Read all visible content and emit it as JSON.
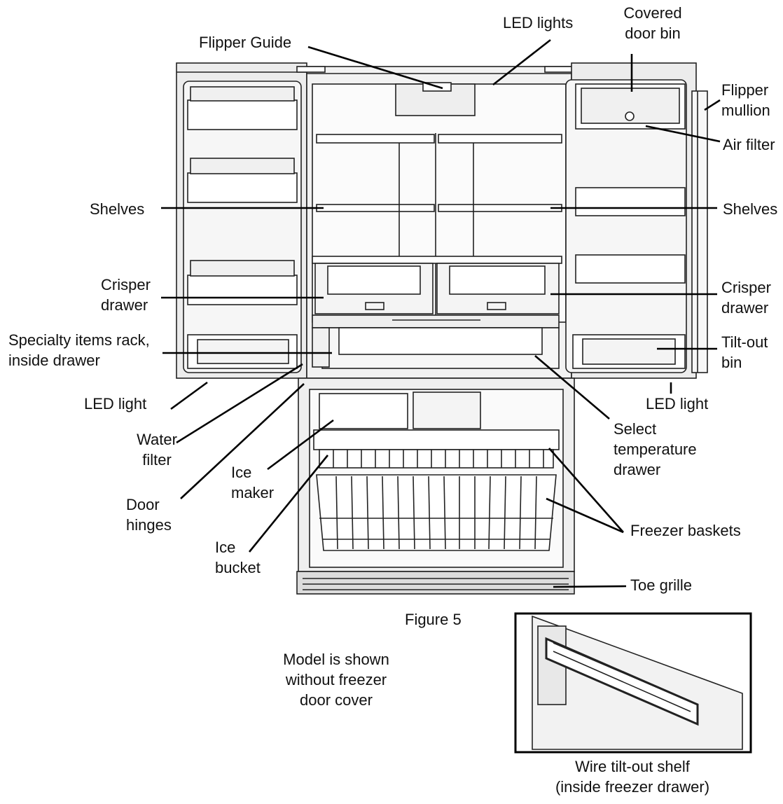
{
  "labels": {
    "flipper_guide": "Flipper Guide",
    "led_lights": "LED lights",
    "covered_door_bin": "Covered\ndoor bin",
    "flipper_mullion": "Flipper\nmullion",
    "air_filter": "Air filter",
    "shelves_left": "Shelves",
    "shelves_right": "Shelves",
    "crisper_left": "Crisper\ndrawer",
    "crisper_right": "Crisper\ndrawer",
    "specialty_rack": "Specialty items rack,\ninside drawer",
    "tilt_out_bin": "Tilt-out\nbin",
    "led_light_left": "LED light",
    "led_light_right": "LED light",
    "water_filter": "Water\nfilter",
    "select_temp_drawer": "Select\ntemperature\ndrawer",
    "ice_maker": "Ice\nmaker",
    "door_hinges": "Door\nhinges",
    "freezer_baskets": "Freezer baskets",
    "ice_bucket": "Ice\nbucket",
    "toe_grille": "Toe grille"
  },
  "figure_caption": "Figure 5",
  "model_note": "Model is shown\nwithout freezer\ndoor cover",
  "inset_caption": "Wire tilt-out shelf\n(inside freezer drawer)"
}
